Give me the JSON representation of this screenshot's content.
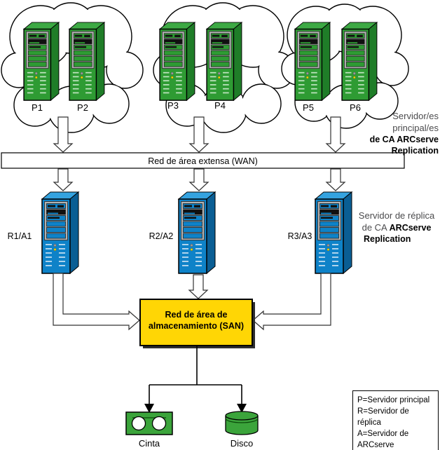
{
  "labels": {
    "primary_servers": [
      "P1",
      "P2",
      "P3",
      "P4",
      "P5",
      "P6"
    ],
    "replica_servers": [
      "R1/A1",
      "R2/A2",
      "R3/A3"
    ],
    "wan": "Red de área extensa (WAN)",
    "san_line1": "Red de área de",
    "san_line2": "almacenamiento (SAN)",
    "tape": "Cinta",
    "disk": "Disco"
  },
  "annotations": {
    "primary_title": {
      "line1": "Servidor/es",
      "line2": "principal/es",
      "line3": "de CA ARCserve",
      "line4": "Replication"
    },
    "replica_title": {
      "line1": "Servidor de réplica",
      "line2_regular": "de CA",
      "line2_bold": "ARCserve",
      "line3": "Replication"
    }
  },
  "legend": {
    "items": [
      "P=Servidor principal",
      "R=Servidor de réplica",
      "A=Servidor de ARCserve"
    ]
  },
  "colors": {
    "primary_server_green": "#2E9B33",
    "replica_server_blue": "#0E82C8",
    "san_yellow": "#FFD605",
    "storage_green": "#3BA43B",
    "muted_text_gray": "#4B4B4D"
  }
}
